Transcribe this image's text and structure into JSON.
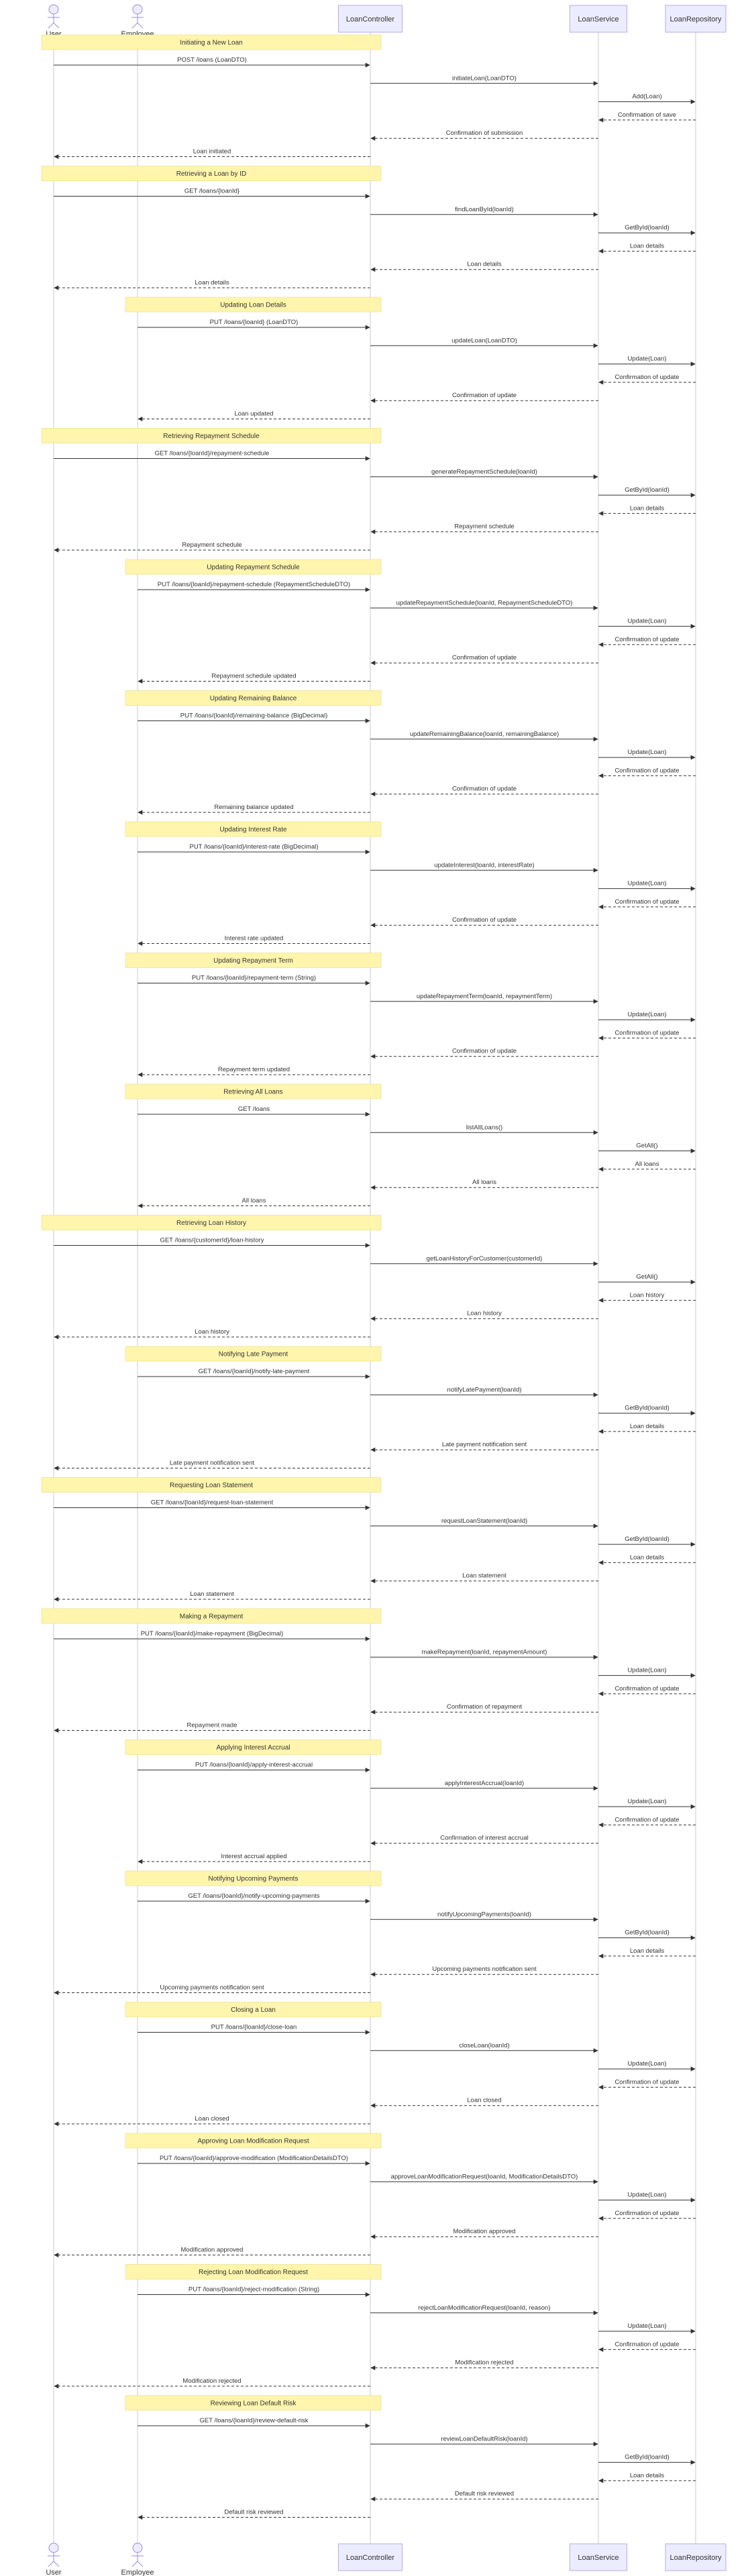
{
  "participants": [
    {
      "id": "User",
      "label": "User",
      "kind": "actor"
    },
    {
      "id": "Employee",
      "label": "Employee",
      "kind": "actor"
    },
    {
      "id": "LoanController",
      "label": "LoanController",
      "kind": "box"
    },
    {
      "id": "LoanService",
      "label": "LoanService",
      "kind": "box"
    },
    {
      "id": "LoanRepository",
      "label": "LoanRepository",
      "kind": "box"
    }
  ],
  "flows": [
    {
      "note": "Initiating a New Loan",
      "caller": "User",
      "messages": [
        {
          "from": "User",
          "to": "LoanController",
          "text": "POST /loans (LoanDTO)"
        },
        {
          "from": "LoanController",
          "to": "LoanService",
          "text": "initiateLoan(LoanDTO)"
        },
        {
          "from": "LoanService",
          "to": "LoanRepository",
          "text": "Add(Loan)"
        },
        {
          "from": "LoanRepository",
          "to": "LoanService",
          "text": "Confirmation of save",
          "dashed": true
        },
        {
          "from": "LoanService",
          "to": "LoanController",
          "text": "Confirmation of submission",
          "dashed": true
        },
        {
          "from": "LoanController",
          "to": "User",
          "text": "Loan initiated",
          "dashed": true
        }
      ]
    },
    {
      "note": "Retrieving a Loan by ID",
      "caller": "User",
      "messages": [
        {
          "from": "User",
          "to": "LoanController",
          "text": "GET /loans/{loanId}"
        },
        {
          "from": "LoanController",
          "to": "LoanService",
          "text": "findLoanById(loanId)"
        },
        {
          "from": "LoanService",
          "to": "LoanRepository",
          "text": "GetById(loanId)"
        },
        {
          "from": "LoanRepository",
          "to": "LoanService",
          "text": "Loan details",
          "dashed": true
        },
        {
          "from": "LoanService",
          "to": "LoanController",
          "text": "Loan details",
          "dashed": true
        },
        {
          "from": "LoanController",
          "to": "User",
          "text": "Loan details",
          "dashed": true
        }
      ]
    },
    {
      "note": "Updating Loan Details",
      "caller": "Employee",
      "messages": [
        {
          "from": "Employee",
          "to": "LoanController",
          "text": "PUT /loans/{loanId} (LoanDTO)"
        },
        {
          "from": "LoanController",
          "to": "LoanService",
          "text": "updateLoan(LoanDTO)"
        },
        {
          "from": "LoanService",
          "to": "LoanRepository",
          "text": "Update(Loan)"
        },
        {
          "from": "LoanRepository",
          "to": "LoanService",
          "text": "Confirmation of update",
          "dashed": true
        },
        {
          "from": "LoanService",
          "to": "LoanController",
          "text": "Confirmation of update",
          "dashed": true
        },
        {
          "from": "LoanController",
          "to": "Employee",
          "text": "Loan updated",
          "dashed": true
        }
      ]
    },
    {
      "note": "Retrieving Repayment Schedule",
      "caller": "User",
      "messages": [
        {
          "from": "User",
          "to": "LoanController",
          "text": "GET /loans/{loanId}/repayment-schedule"
        },
        {
          "from": "LoanController",
          "to": "LoanService",
          "text": "generateRepaymentSchedule(loanId)"
        },
        {
          "from": "LoanService",
          "to": "LoanRepository",
          "text": "GetById(loanId)"
        },
        {
          "from": "LoanRepository",
          "to": "LoanService",
          "text": "Loan details",
          "dashed": true
        },
        {
          "from": "LoanService",
          "to": "LoanController",
          "text": "Repayment schedule",
          "dashed": true
        },
        {
          "from": "LoanController",
          "to": "User",
          "text": "Repayment schedule",
          "dashed": true
        }
      ]
    },
    {
      "note": "Updating Repayment Schedule",
      "caller": "Employee",
      "messages": [
        {
          "from": "Employee",
          "to": "LoanController",
          "text": "PUT /loans/{loanId}/repayment-schedule (RepaymentScheduleDTO)"
        },
        {
          "from": "LoanController",
          "to": "LoanService",
          "text": "updateRepaymentSchedule(loanId, RepaymentScheduleDTO)"
        },
        {
          "from": "LoanService",
          "to": "LoanRepository",
          "text": "Update(Loan)"
        },
        {
          "from": "LoanRepository",
          "to": "LoanService",
          "text": "Confirmation of update",
          "dashed": true
        },
        {
          "from": "LoanService",
          "to": "LoanController",
          "text": "Confirmation of update",
          "dashed": true
        },
        {
          "from": "LoanController",
          "to": "Employee",
          "text": "Repayment schedule updated",
          "dashed": true
        }
      ]
    },
    {
      "note": "Updating Remaining Balance",
      "caller": "Employee",
      "messages": [
        {
          "from": "Employee",
          "to": "LoanController",
          "text": "PUT /loans/{loanId}/remaining-balance (BigDecimal)"
        },
        {
          "from": "LoanController",
          "to": "LoanService",
          "text": "updateRemainingBalance(loanId, remainingBalance)"
        },
        {
          "from": "LoanService",
          "to": "LoanRepository",
          "text": "Update(Loan)"
        },
        {
          "from": "LoanRepository",
          "to": "LoanService",
          "text": "Confirmation of update",
          "dashed": true
        },
        {
          "from": "LoanService",
          "to": "LoanController",
          "text": "Confirmation of update",
          "dashed": true
        },
        {
          "from": "LoanController",
          "to": "Employee",
          "text": "Remaining balance updated",
          "dashed": true
        }
      ]
    },
    {
      "note": "Updating Interest Rate",
      "caller": "Employee",
      "messages": [
        {
          "from": "Employee",
          "to": "LoanController",
          "text": "PUT /loans/{loanId}/interest-rate (BigDecimal)"
        },
        {
          "from": "LoanController",
          "to": "LoanService",
          "text": "updateInterest(loanId, interestRate)"
        },
        {
          "from": "LoanService",
          "to": "LoanRepository",
          "text": "Update(Loan)"
        },
        {
          "from": "LoanRepository",
          "to": "LoanService",
          "text": "Confirmation of update",
          "dashed": true
        },
        {
          "from": "LoanService",
          "to": "LoanController",
          "text": "Confirmation of update",
          "dashed": true
        },
        {
          "from": "LoanController",
          "to": "Employee",
          "text": "Interest rate updated",
          "dashed": true
        }
      ]
    },
    {
      "note": "Updating Repayment Term",
      "caller": "Employee",
      "messages": [
        {
          "from": "Employee",
          "to": "LoanController",
          "text": "PUT /loans/{loanId}/repayment-term (String)"
        },
        {
          "from": "LoanController",
          "to": "LoanService",
          "text": "updateRepaymentTerm(loanId, repaymentTerm)"
        },
        {
          "from": "LoanService",
          "to": "LoanRepository",
          "text": "Update(Loan)"
        },
        {
          "from": "LoanRepository",
          "to": "LoanService",
          "text": "Confirmation of update",
          "dashed": true
        },
        {
          "from": "LoanService",
          "to": "LoanController",
          "text": "Confirmation of update",
          "dashed": true
        },
        {
          "from": "LoanController",
          "to": "Employee",
          "text": "Repayment term updated",
          "dashed": true
        }
      ]
    },
    {
      "note": "Retrieving All Loans",
      "caller": "Employee",
      "messages": [
        {
          "from": "Employee",
          "to": "LoanController",
          "text": "GET /loans"
        },
        {
          "from": "LoanController",
          "to": "LoanService",
          "text": "listAllLoans()"
        },
        {
          "from": "LoanService",
          "to": "LoanRepository",
          "text": "GetAll()"
        },
        {
          "from": "LoanRepository",
          "to": "LoanService",
          "text": "All loans",
          "dashed": true
        },
        {
          "from": "LoanService",
          "to": "LoanController",
          "text": "All loans",
          "dashed": true
        },
        {
          "from": "LoanController",
          "to": "Employee",
          "text": "All loans",
          "dashed": true
        }
      ]
    },
    {
      "note": "Retrieving Loan History",
      "caller": "User",
      "messages": [
        {
          "from": "User",
          "to": "LoanController",
          "text": "GET /loans/{customerId}/loan-history"
        },
        {
          "from": "LoanController",
          "to": "LoanService",
          "text": "getLoanHistoryForCustomer(customerId)"
        },
        {
          "from": "LoanService",
          "to": "LoanRepository",
          "text": "GetAll()"
        },
        {
          "from": "LoanRepository",
          "to": "LoanService",
          "text": "Loan history",
          "dashed": true
        },
        {
          "from": "LoanService",
          "to": "LoanController",
          "text": "Loan history",
          "dashed": true
        },
        {
          "from": "LoanController",
          "to": "User",
          "text": "Loan history",
          "dashed": true
        }
      ]
    },
    {
      "note": "Notifying Late Payment",
      "caller": "Employee",
      "back": "User",
      "messages": [
        {
          "from": "Employee",
          "to": "LoanController",
          "text": "GET /loans/{loanId}/notify-late-payment"
        },
        {
          "from": "LoanController",
          "to": "LoanService",
          "text": "notifyLatePayment(loanId)"
        },
        {
          "from": "LoanService",
          "to": "LoanRepository",
          "text": "GetById(loanId)"
        },
        {
          "from": "LoanRepository",
          "to": "LoanService",
          "text": "Loan details",
          "dashed": true
        },
        {
          "from": "LoanService",
          "to": "LoanController",
          "text": "Late payment notification sent",
          "dashed": true
        },
        {
          "from": "LoanController",
          "to": "User",
          "text": "Late payment notification sent",
          "dashed": true
        }
      ]
    },
    {
      "note": "Requesting Loan Statement",
      "caller": "User",
      "messages": [
        {
          "from": "User",
          "to": "LoanController",
          "text": "GET /loans/{loanId}/request-loan-statement"
        },
        {
          "from": "LoanController",
          "to": "LoanService",
          "text": "requestLoanStatement(loanId)"
        },
        {
          "from": "LoanService",
          "to": "LoanRepository",
          "text": "GetById(loanId)"
        },
        {
          "from": "LoanRepository",
          "to": "LoanService",
          "text": "Loan details",
          "dashed": true
        },
        {
          "from": "LoanService",
          "to": "LoanController",
          "text": "Loan statement",
          "dashed": true
        },
        {
          "from": "LoanController",
          "to": "User",
          "text": "Loan statement",
          "dashed": true
        }
      ]
    },
    {
      "note": "Making a Repayment",
      "caller": "User",
      "messages": [
        {
          "from": "User",
          "to": "LoanController",
          "text": "PUT /loans/{loanId}/make-repayment (BigDecimal)"
        },
        {
          "from": "LoanController",
          "to": "LoanService",
          "text": "makeRepayment(loanId, repaymentAmount)"
        },
        {
          "from": "LoanService",
          "to": "LoanRepository",
          "text": "Update(Loan)"
        },
        {
          "from": "LoanRepository",
          "to": "LoanService",
          "text": "Confirmation of update",
          "dashed": true
        },
        {
          "from": "LoanService",
          "to": "LoanController",
          "text": "Confirmation of repayment",
          "dashed": true
        },
        {
          "from": "LoanController",
          "to": "User",
          "text": "Repayment made",
          "dashed": true
        }
      ]
    },
    {
      "note": "Applying Interest Accrual",
      "caller": "Employee",
      "messages": [
        {
          "from": "Employee",
          "to": "LoanController",
          "text": "PUT /loans/{loanId}/apply-interest-accrual"
        },
        {
          "from": "LoanController",
          "to": "LoanService",
          "text": "applyInterestAccrual(loanId)"
        },
        {
          "from": "LoanService",
          "to": "LoanRepository",
          "text": "Update(Loan)"
        },
        {
          "from": "LoanRepository",
          "to": "LoanService",
          "text": "Confirmation of update",
          "dashed": true
        },
        {
          "from": "LoanService",
          "to": "LoanController",
          "text": "Confirmation of interest accrual",
          "dashed": true
        },
        {
          "from": "LoanController",
          "to": "Employee",
          "text": "Interest accrual applied",
          "dashed": true
        }
      ]
    },
    {
      "note": "Notifying Upcoming Payments",
      "caller": "Employee",
      "back": "User",
      "messages": [
        {
          "from": "Employee",
          "to": "LoanController",
          "text": "GET /loans/{loanId}/notify-upcoming-payments"
        },
        {
          "from": "LoanController",
          "to": "LoanService",
          "text": "notifyUpcomingPayments(loanId)"
        },
        {
          "from": "LoanService",
          "to": "LoanRepository",
          "text": "GetById(loanId)"
        },
        {
          "from": "LoanRepository",
          "to": "LoanService",
          "text": "Loan details",
          "dashed": true
        },
        {
          "from": "LoanService",
          "to": "LoanController",
          "text": "Upcoming payments notification sent",
          "dashed": true
        },
        {
          "from": "LoanController",
          "to": "User",
          "text": "Upcoming payments notification sent",
          "dashed": true
        }
      ]
    },
    {
      "note": "Closing a Loan",
      "caller": "Employee",
      "back": "User",
      "messages": [
        {
          "from": "Employee",
          "to": "LoanController",
          "text": "PUT /loans/{loanId}/close-loan"
        },
        {
          "from": "LoanController",
          "to": "LoanService",
          "text": "closeLoan(loanId)"
        },
        {
          "from": "LoanService",
          "to": "LoanRepository",
          "text": "Update(Loan)"
        },
        {
          "from": "LoanRepository",
          "to": "LoanService",
          "text": "Confirmation of update",
          "dashed": true
        },
        {
          "from": "LoanService",
          "to": "LoanController",
          "text": "Loan closed",
          "dashed": true
        },
        {
          "from": "LoanController",
          "to": "User",
          "text": "Loan closed",
          "dashed": true
        }
      ]
    },
    {
      "note": "Approving Loan Modification Request",
      "caller": "Employee",
      "back": "User",
      "messages": [
        {
          "from": "Employee",
          "to": "LoanController",
          "text": "PUT /loans/{loanId}/approve-modification (ModificationDetailsDTO)"
        },
        {
          "from": "LoanController",
          "to": "LoanService",
          "text": "approveLoanModificationRequest(loanId, ModificationDetailsDTO)"
        },
        {
          "from": "LoanService",
          "to": "LoanRepository",
          "text": "Update(Loan)"
        },
        {
          "from": "LoanRepository",
          "to": "LoanService",
          "text": "Confirmation of update",
          "dashed": true
        },
        {
          "from": "LoanService",
          "to": "LoanController",
          "text": "Modification approved",
          "dashed": true
        },
        {
          "from": "LoanController",
          "to": "User",
          "text": "Modification approved",
          "dashed": true
        }
      ]
    },
    {
      "note": "Rejecting Loan Modification Request",
      "caller": "Employee",
      "back": "User",
      "messages": [
        {
          "from": "Employee",
          "to": "LoanController",
          "text": "PUT /loans/{loanId}/reject-modification (String)"
        },
        {
          "from": "LoanController",
          "to": "LoanService",
          "text": "rejectLoanModificationRequest(loanId, reason)"
        },
        {
          "from": "LoanService",
          "to": "LoanRepository",
          "text": "Update(Loan)"
        },
        {
          "from": "LoanRepository",
          "to": "LoanService",
          "text": "Confirmation of update",
          "dashed": true
        },
        {
          "from": "LoanService",
          "to": "LoanController",
          "text": "Modification rejected",
          "dashed": true
        },
        {
          "from": "LoanController",
          "to": "User",
          "text": "Modification rejected",
          "dashed": true
        }
      ]
    },
    {
      "note": "Reviewing Loan Default Risk",
      "caller": "Employee",
      "messages": [
        {
          "from": "Employee",
          "to": "LoanController",
          "text": "GET /loans/{loanId}/review-default-risk"
        },
        {
          "from": "LoanController",
          "to": "LoanService",
          "text": "reviewLoanDefaultRisk(loanId)"
        },
        {
          "from": "LoanService",
          "to": "LoanRepository",
          "text": "GetById(loanId)"
        },
        {
          "from": "LoanRepository",
          "to": "LoanService",
          "text": "Loan details",
          "dashed": true
        },
        {
          "from": "LoanService",
          "to": "LoanController",
          "text": "Default risk reviewed",
          "dashed": true
        },
        {
          "from": "LoanController",
          "to": "Employee",
          "text": "Default risk reviewed",
          "dashed": true
        }
      ]
    }
  ],
  "colors": {
    "note_fill": "#fff5ad",
    "participant_fill": "#ececff",
    "participant_border": "#b8a8e8",
    "lifeline": "#c8c8d8",
    "message": "#333333"
  }
}
